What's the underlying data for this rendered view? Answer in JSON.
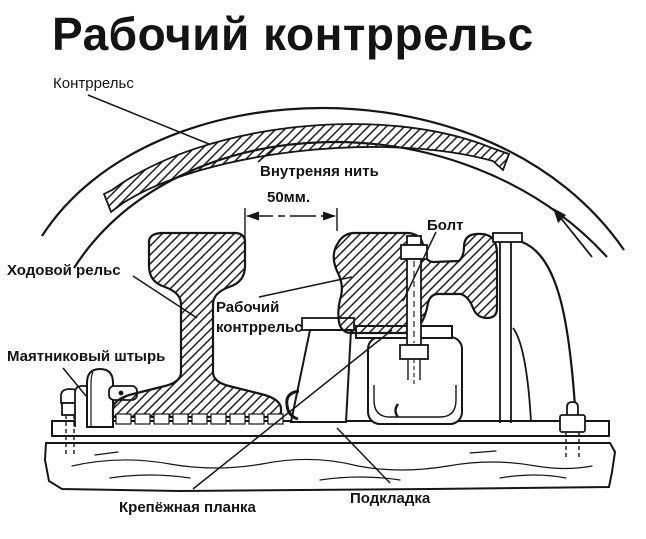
{
  "page": {
    "background": "#ffffff",
    "ink_color": "#161616"
  },
  "title": "Рабочий контррельс",
  "labels": {
    "kontrrels": "Контррельс",
    "vnutrennyaya_nit": "Внутреняя нить",
    "dim_50mm": "50мм.",
    "bolt": "Болт",
    "hodovoy_rels": "Ходовой рельс",
    "rabochiy_line1": "Рабочий",
    "rabochiy_line2": "контррельс",
    "mayatnikovy_shtyr": "Маятниковый штырь",
    "krepezhnaya_planka": "Крепёжная планка",
    "podkladka": "Подкладка"
  }
}
